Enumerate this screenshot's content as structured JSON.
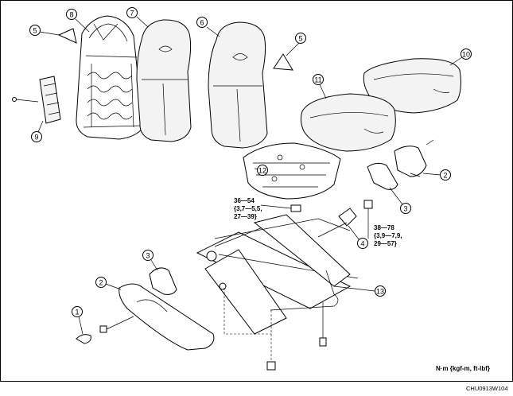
{
  "callouts": {
    "c1": "1",
    "c2a": "2",
    "c2b": "2",
    "c3a": "3",
    "c3b": "3",
    "c4": "4",
    "c5a": "5",
    "c5b": "5",
    "c6": "6",
    "c7": "7",
    "c8": "8",
    "c9": "9",
    "c10": "10",
    "c11": "11",
    "c12": "12",
    "c13": "13"
  },
  "torque_left": [
    "36—54",
    "{3,7—5,5,",
    "27—39}"
  ],
  "torque_right": [
    "38—78",
    "{3,9—7,9,",
    "29—57}"
  ],
  "units_label": "N·m {kgf-m, ft-lbf}",
  "figure_id": "CHU0913W104"
}
